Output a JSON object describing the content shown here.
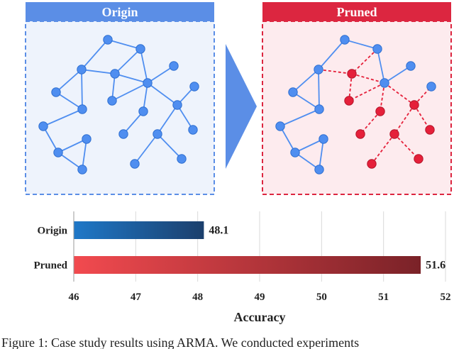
{
  "panels": {
    "origin": {
      "title": "Origin",
      "color": "#5b8ee6",
      "fill": "#eef3fc",
      "node_color": "#4f8ef0"
    },
    "pruned": {
      "title": "Pruned",
      "color": "#dc2640",
      "fill": "#fdebee",
      "node_color": "#4f8ef0",
      "pruned_color": "#e5203a"
    }
  },
  "chart_data": {
    "type": "bar",
    "orientation": "horizontal",
    "categories": [
      "Origin",
      "Pruned"
    ],
    "values": [
      48.1,
      51.6
    ],
    "data_labels": [
      "48.1",
      "51.6"
    ],
    "xlabel": "Accuracy",
    "xlim": [
      46,
      52
    ],
    "xticks": [
      "46",
      "47",
      "48",
      "49",
      "50",
      "51",
      "52"
    ],
    "grid": "vertical",
    "colors": {
      "Origin": [
        "#1f78c8",
        "#1b3f6c"
      ],
      "Pruned": [
        "#f24a4f",
        "#7a2228"
      ]
    }
  },
  "caption": "Figure 1: Case study results using ARMA. We conducted experiments"
}
